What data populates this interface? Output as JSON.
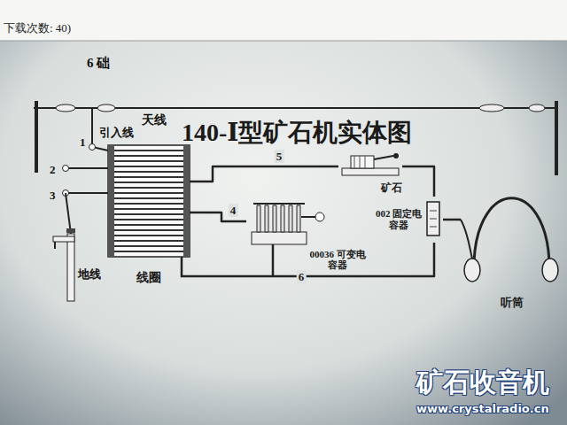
{
  "diagram": {
    "title": "140-Ⅰ型矿石机实体图",
    "nodes": [
      {
        "text": [
          "线圈"
        ]
      },
      {
        "text": [
          "00036 可变电容器"
        ]
      },
      {
        "text": [
          "矿石"
        ]
      },
      {
        "text": [
          "002 固定电容器"
        ]
      },
      {
        "text": [
          "听筒"
        ]
      }
    ],
    "edges": [
      {
        "from": 0,
        "to": 2,
        "label": "5",
        "arrow": "none"
      },
      {
        "from": 0,
        "to": 1,
        "label": "4",
        "arrow": "none"
      },
      {
        "from": 0,
        "to": 3,
        "label": "6",
        "arrow": "none"
      },
      {
        "from": 2,
        "to": 3,
        "arrow": "none"
      },
      {
        "from": 3,
        "to": 4,
        "arrow": "none"
      }
    ],
    "labels": [
      "下载次数: 40)",
      "6 础",
      "天线",
      "引入线",
      "1",
      "2",
      "3",
      "地线",
      "矿石收音机",
      "www.crystalradio.cn"
    ]
  }
}
